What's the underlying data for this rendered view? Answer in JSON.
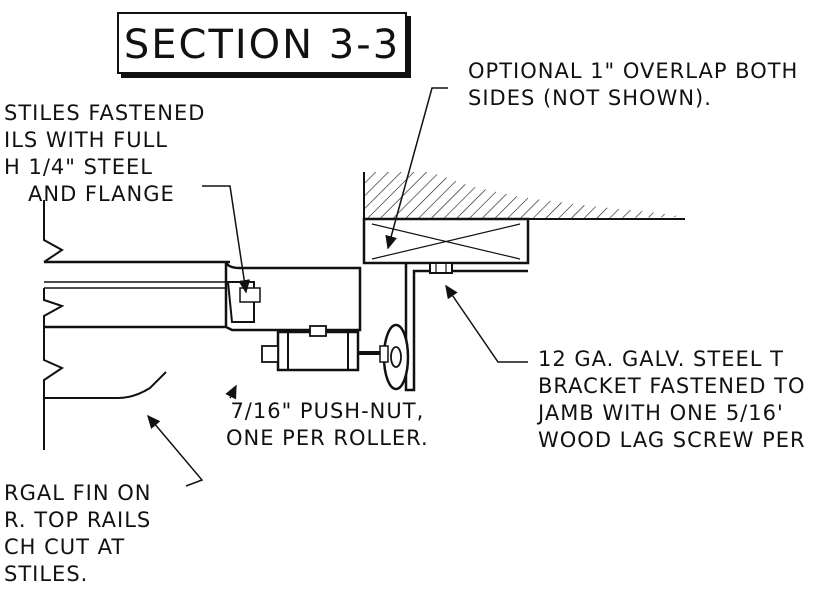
{
  "title": "SECTION 3-3",
  "notes": {
    "overlap": [
      "OPTIONAL 1\" OVERLAP BOTH",
      "SIDES (NOT SHOWN)."
    ],
    "stiles": [
      "STILES FASTENED",
      "ILS WITH FULL",
      "H 1/4\" STEEL",
      "AND FLANGE"
    ],
    "bracket": [
      "12 GA. GALV. STEEL T",
      "BRACKET FASTENED TO",
      "JAMB WITH ONE 5/16'",
      "WOOD LAG SCREW PER"
    ],
    "pushnut": [
      "7/16\" PUSH-NUT,",
      "ONE PER ROLLER."
    ],
    "fin": [
      "RGAL FIN ON",
      "R. TOP RAILS",
      "CH CUT AT",
      "STILES."
    ]
  }
}
